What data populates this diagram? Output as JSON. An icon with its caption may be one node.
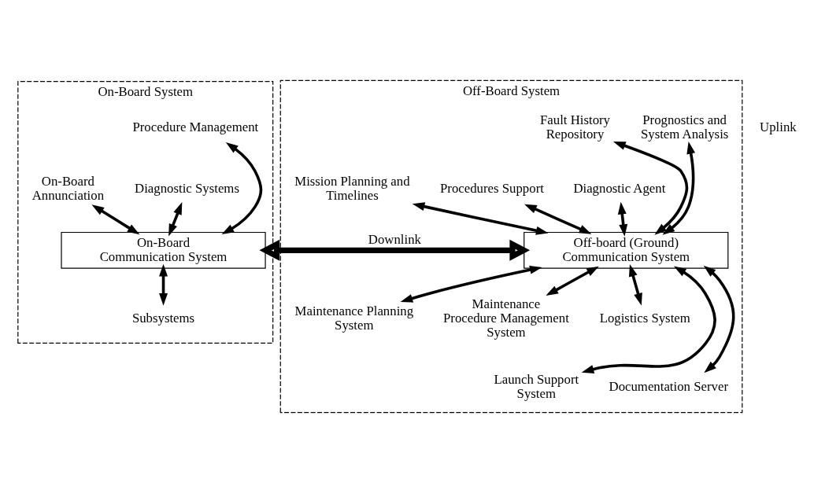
{
  "diagram": {
    "nodes": [
      {
        "text": [
          "On-Board System"
        ]
      },
      {
        "text": [
          "Off-Board System"
        ]
      },
      {
        "text": [
          "Procedure Management"
        ],
        "in": 0
      },
      {
        "text": [
          "Diagnostic Systems"
        ],
        "in": 0
      },
      {
        "text": [
          "On-Board Annunciation"
        ],
        "in": 0
      },
      {
        "text": [
          "On-Board Communication System"
        ],
        "in": 0
      },
      {
        "text": [
          "Subsystems"
        ],
        "in": 0
      },
      {
        "text": [
          "Prognostics and System Analysis"
        ],
        "in": 1
      },
      {
        "text": [
          "Fault History Repository"
        ],
        "in": 1
      },
      {
        "text": [
          "Diagnostic Agent"
        ],
        "in": 1
      },
      {
        "text": [
          "Procedures Support"
        ],
        "in": 1
      },
      {
        "text": [
          "Mission Planning and Timelines"
        ],
        "in": 1
      },
      {
        "text": [
          "Off-board (Ground) Communication System"
        ],
        "in": 1
      },
      {
        "text": [
          "Maintenance Planning System"
        ],
        "in": 1
      },
      {
        "text": [
          "Maintenance Procedure Management System"
        ],
        "in": 1
      },
      {
        "text": [
          "Logistics System"
        ],
        "in": 1
      },
      {
        "text": [
          "Launch Support System"
        ],
        "in": 1
      },
      {
        "text": [
          "Documentation Server"
        ],
        "in": 1
      }
    ],
    "edges": [
      {
        "from": 3,
        "to": 5,
        "arrow": "both"
      },
      {
        "from": 2,
        "to": 5,
        "arrow": "both"
      },
      {
        "from": 4,
        "to": 5,
        "arrow": "both"
      },
      {
        "from": 5,
        "to": 12,
        "arrow": "both",
        "label": "Downlink",
        "style": "thick"
      },
      {
        "from": 9,
        "to": 12,
        "arrow": "both"
      },
      {
        "from": 7,
        "to": 12,
        "arrow": "both"
      },
      {
        "from": 10,
        "to": 12,
        "arrow": "both"
      },
      {
        "from": 8,
        "to": 12,
        "arrow": "both"
      },
      {
        "from": 11,
        "to": 12,
        "arrow": "both"
      },
      {
        "from": 5,
        "to": 6,
        "arrow": "both"
      },
      {
        "from": 12,
        "to": 13,
        "arrow": "both"
      },
      {
        "from": 12,
        "to": 16,
        "arrow": "both"
      },
      {
        "from": 12,
        "to": 14,
        "arrow": "both"
      },
      {
        "from": 12,
        "to": 17,
        "arrow": "both"
      },
      {
        "from": 12,
        "to": 15,
        "arrow": "both"
      }
    ],
    "labels": [
      "Uplink"
    ]
  }
}
